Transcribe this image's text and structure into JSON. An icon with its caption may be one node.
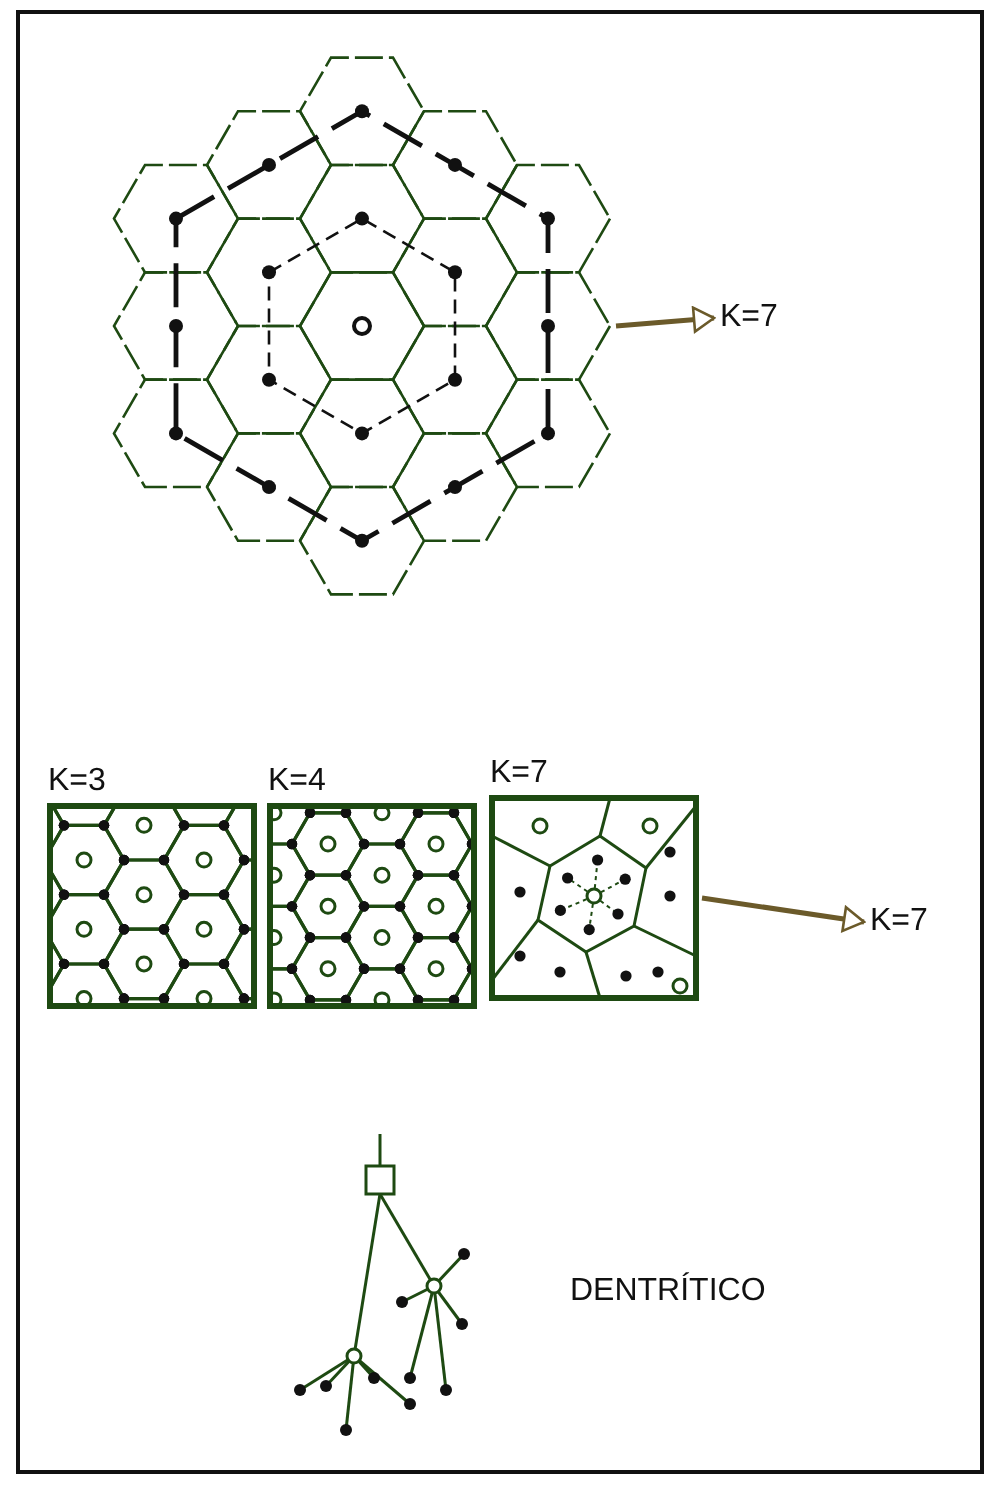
{
  "diagram": {
    "nodes": [
      {
        "text": [],
        "shape": "picture"
      },
      {
        "text": [
          "K=7"
        ]
      },
      {
        "text": [],
        "shape": "picture",
        "beside": [
          "K=7"
        ]
      },
      {
        "text": [
          "K=7"
        ]
      }
    ],
    "edges": [
      {
        "from": 0,
        "to": 1,
        "arrow": "to"
      },
      {
        "from": 2,
        "to": 3,
        "arrow": "to"
      }
    ],
    "labels": [
      "K=3",
      "K=4",
      "DENTRÍTICO"
    ]
  }
}
